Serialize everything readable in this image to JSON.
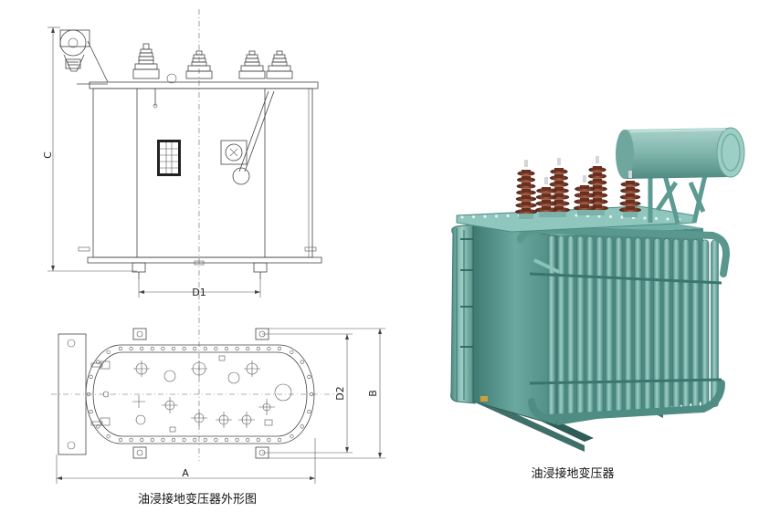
{
  "front_view": {
    "dim_c": "C",
    "dim_d1": "D1"
  },
  "top_view": {
    "dim_a": "A",
    "dim_b": "B",
    "dim_d2": "D2"
  },
  "captions": {
    "drawing": "油浸接地变压器外形图",
    "photo": "油浸接地变压器"
  },
  "colors": {
    "tank": "#5f9c95",
    "tank_dark": "#3f7a73",
    "tank_light": "#86bcb3",
    "bushing": "#7a3d2a",
    "line": "#444444"
  }
}
